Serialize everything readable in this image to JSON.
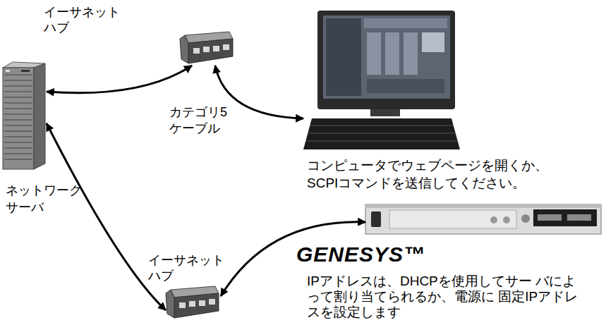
{
  "diagram": {
    "nodes": [
      {
        "text": [
          "イーサネット ハブ"
        ]
      },
      {
        "text": [
          "コンピュータでウェブページを開くか、 SCPIコマンドを送信してください。"
        ]
      },
      {
        "text": [
          "ネットワーク サーバ"
        ]
      },
      {
        "text": [
          "イーサネット ハブ"
        ]
      },
      {
        "text": [
          "GENESYS™",
          "IPアドレスは、DHCPを使用してサー バによって割り当てられるか、電源に 固定IPアドレスを設定します"
        ]
      }
    ],
    "edges": [
      {
        "from": 2,
        "to": 0,
        "arrow": "both"
      },
      {
        "from": 0,
        "to": 1,
        "arrow": "both"
      },
      {
        "from": 2,
        "to": 3,
        "arrow": "both"
      },
      {
        "from": 3,
        "to": 4,
        "arrow": "both"
      }
    ],
    "labels": [
      "カテゴリ5 ケーブル"
    ]
  }
}
